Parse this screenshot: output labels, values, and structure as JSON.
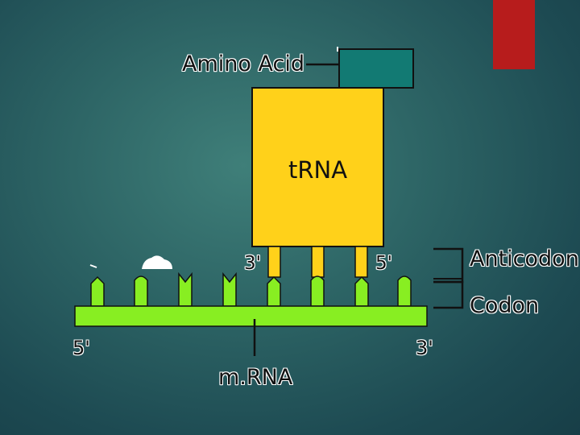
{
  "labels": {
    "amino_acid": "Amino Acid",
    "trna": "tRNA",
    "anticodon": "Anticodon",
    "codon": "Codon",
    "mrna": "m.RNA",
    "trna_three_prime": "3'",
    "trna_five_prime": "5'",
    "mrna_five_prime": "5'",
    "mrna_three_prime": "3'"
  },
  "colors": {
    "trna_body": "#ffd11a",
    "amino_acid_block": "#127a73",
    "mrna_strand": "#88ee22",
    "accent_block": "#b71c1c"
  }
}
